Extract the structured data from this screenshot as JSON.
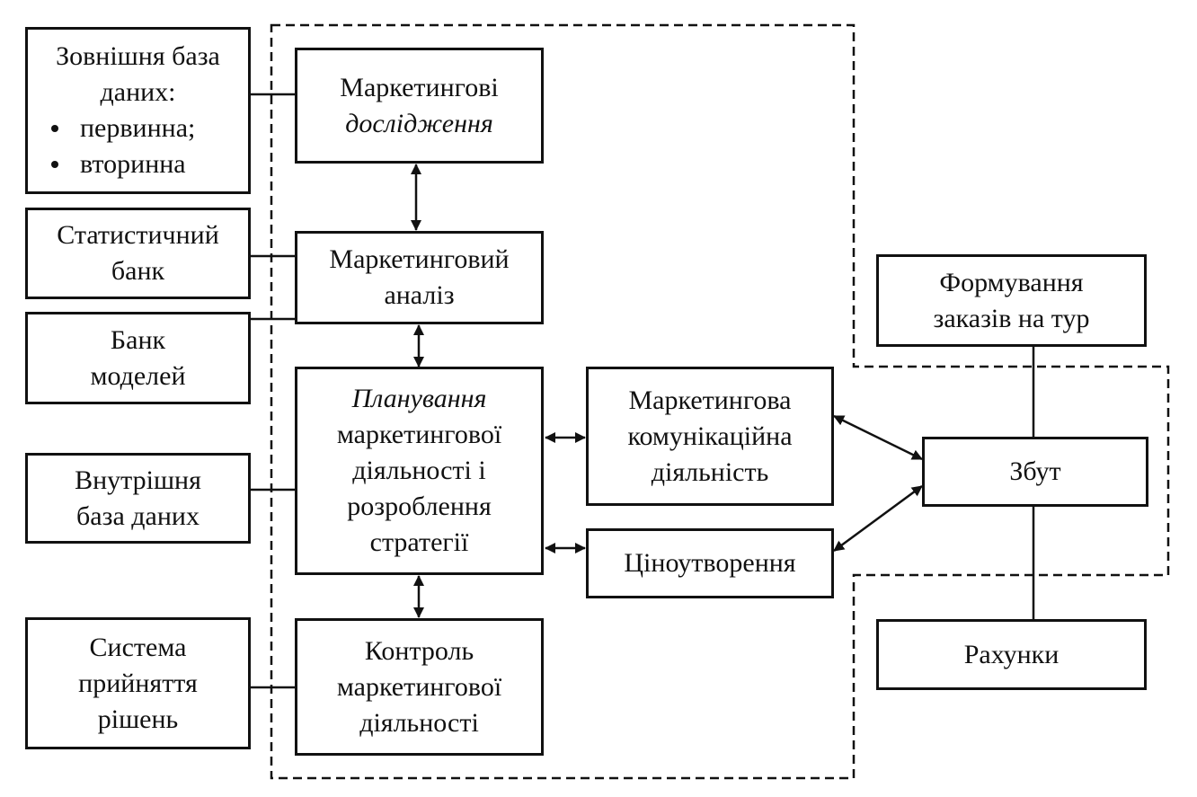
{
  "diagram": {
    "external_database": {
      "title_lines": [
        "Зовнішня база",
        "даних:"
      ],
      "items": [
        "первинна;",
        "вторинна"
      ]
    },
    "statistical_bank": {
      "lines": [
        "Статистичний",
        "банк"
      ]
    },
    "model_bank": {
      "lines": [
        "Банк",
        "моделей"
      ]
    },
    "internal_database": {
      "lines": [
        "Внутрішня",
        "база даних"
      ]
    },
    "decision_system": {
      "lines": [
        "Система",
        "прийняття",
        "рішень"
      ]
    },
    "marketing_research": {
      "lines": [
        "Маркетингові",
        "дослідження"
      ]
    },
    "marketing_analysis": {
      "lines": [
        "Маркетинговий",
        "аналіз"
      ]
    },
    "planning": {
      "lines": [
        "Планування",
        "маркетингової",
        "діяльності і",
        "розроблення",
        "стратегії"
      ]
    },
    "control": {
      "lines": [
        "Контроль",
        "маркетингової",
        "діяльності"
      ]
    },
    "communication": {
      "lines": [
        "Маркетингова",
        "комунікаційна",
        "діяльність"
      ]
    },
    "pricing": {
      "lines": [
        "Ціноутворення"
      ]
    },
    "sales": {
      "lines": [
        "Збут"
      ]
    },
    "tour_orders": {
      "lines": [
        "Формування",
        "заказів на тур"
      ]
    },
    "accounts": {
      "lines": [
        "Рахунки"
      ]
    },
    "line_color": "#111111"
  }
}
